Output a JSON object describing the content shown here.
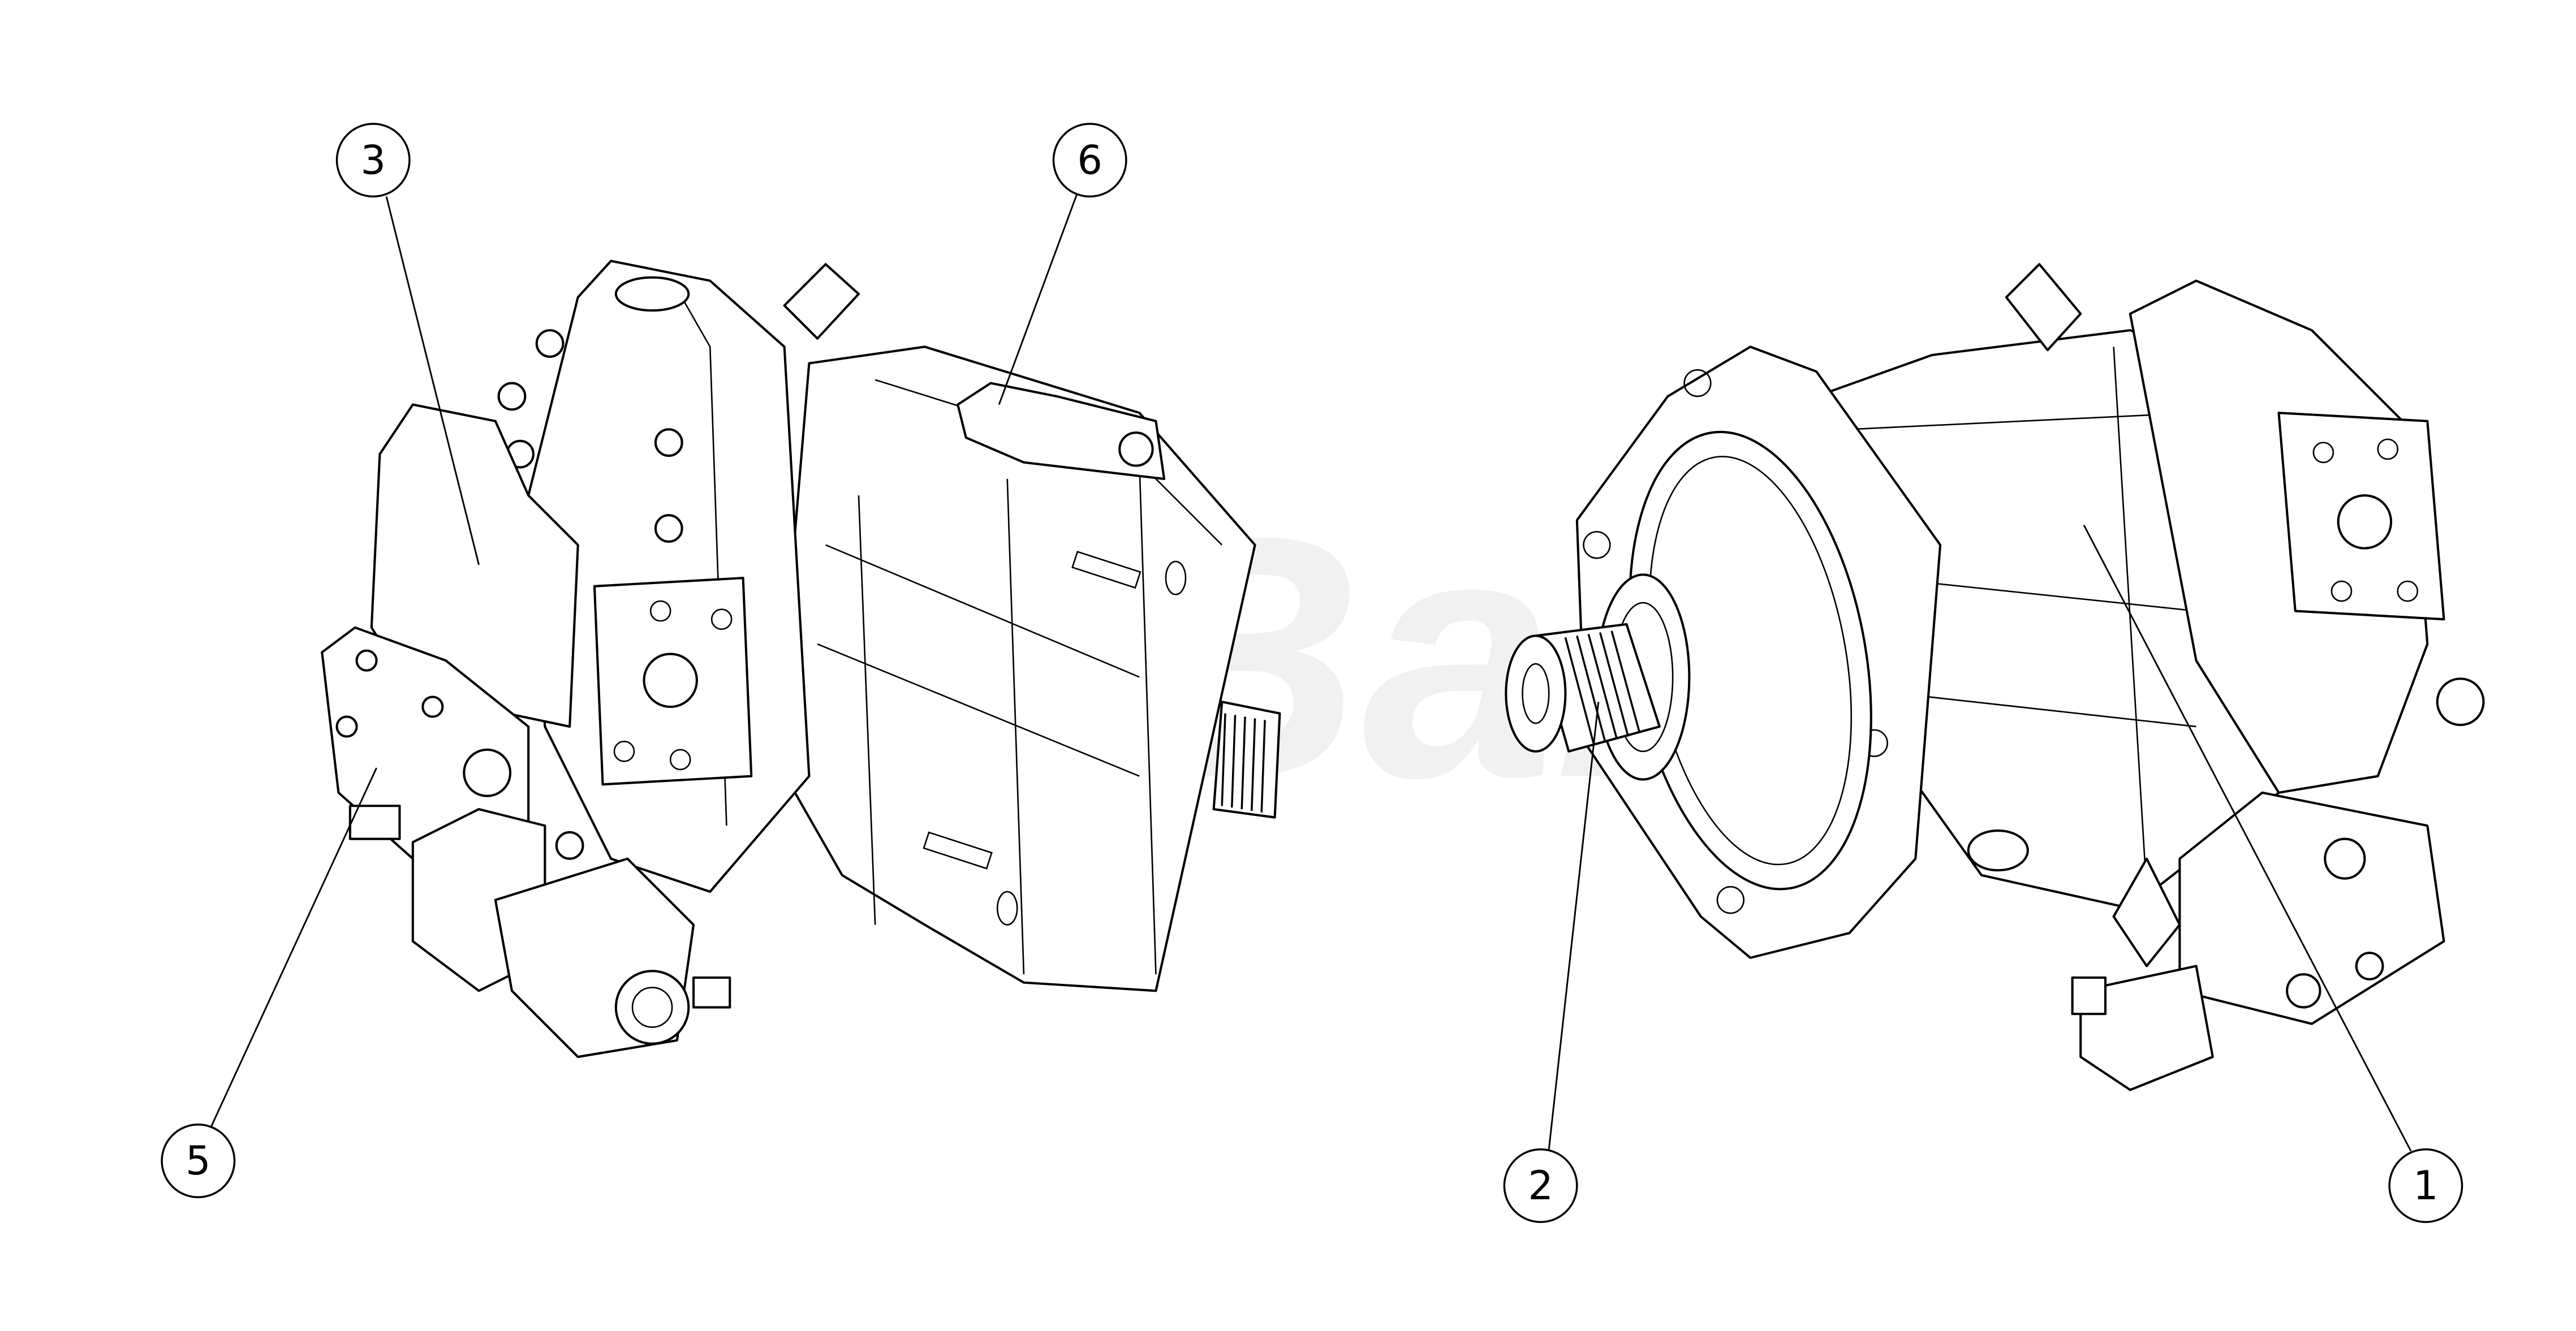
{
  "watermark": "MiBako",
  "callouts": [
    {
      "id": "1",
      "label": "1"
    },
    {
      "id": "2",
      "label": "2"
    },
    {
      "id": "3",
      "label": "3"
    },
    {
      "id": "5",
      "label": "5"
    },
    {
      "id": "6",
      "label": "6"
    }
  ]
}
